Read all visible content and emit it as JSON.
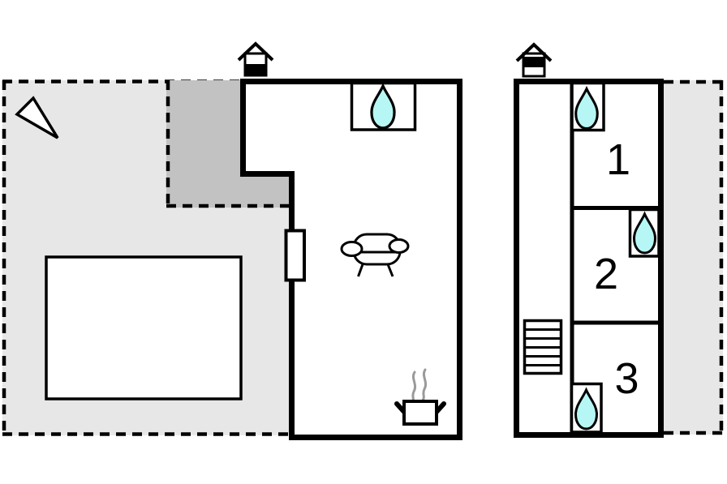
{
  "diagram": {
    "kind": "floor-plan",
    "rooms": [
      {
        "label": "1"
      },
      {
        "label": "2"
      },
      {
        "label": "3"
      }
    ]
  },
  "colors": {
    "plot": "#e7e7e7",
    "terrace": "#c2c2c2",
    "pool": "#b2feff",
    "water_drop": "#b6f7f5",
    "steam": "#9a9a9a",
    "wall": "#000000"
  },
  "icons": {
    "north_arrow": "north-arrow",
    "chimney": "chimney",
    "water_drop": "water-drop",
    "sofa": "sofa",
    "cooking_pot": "cooking-pot",
    "stairs": "stairs",
    "door": "door-window",
    "pool": "swimming-pool"
  }
}
